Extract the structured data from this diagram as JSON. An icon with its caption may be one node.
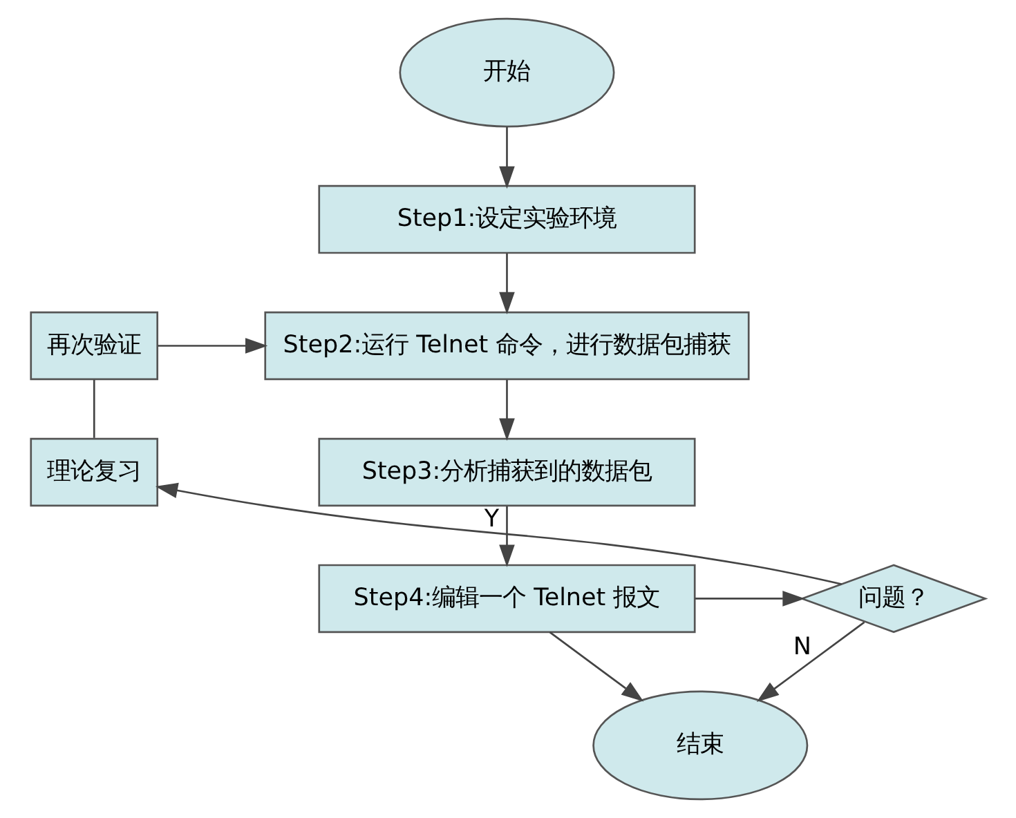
{
  "diagram": {
    "nodes": [
      {
        "text": [
          "开始"
        ]
      },
      {
        "text": [
          "Step1:设定实验环境"
        ]
      },
      {
        "text": [
          "Step2:运行 Telnet 命令，进行数据包捕获"
        ]
      },
      {
        "text": [
          "Step3:分析捕获到的数据包"
        ]
      },
      {
        "text": [
          "Step4:编辑一个 Telnet 报文"
        ]
      },
      {
        "text": [
          "结束"
        ]
      },
      {
        "text": [
          "问题？"
        ]
      },
      {
        "text": [
          "理论复习"
        ]
      },
      {
        "text": [
          "再次验证"
        ]
      }
    ],
    "edges": [
      {
        "from": 0,
        "to": 1,
        "arrow": "to"
      },
      {
        "from": 1,
        "to": 2,
        "arrow": "to"
      },
      {
        "from": 2,
        "to": 3,
        "arrow": "to"
      },
      {
        "from": 3,
        "to": 4,
        "arrow": "to"
      },
      {
        "from": 4,
        "to": 5,
        "arrow": "to"
      },
      {
        "from": 4,
        "to": 6,
        "arrow": "to"
      },
      {
        "from": 6,
        "to": 7,
        "label": "Y",
        "arrow": "to"
      },
      {
        "from": 7,
        "to": 8,
        "arrow": "none"
      },
      {
        "from": 8,
        "to": 2,
        "arrow": "to"
      },
      {
        "from": 6,
        "to": 5,
        "label": "N",
        "arrow": "to"
      }
    ]
  }
}
